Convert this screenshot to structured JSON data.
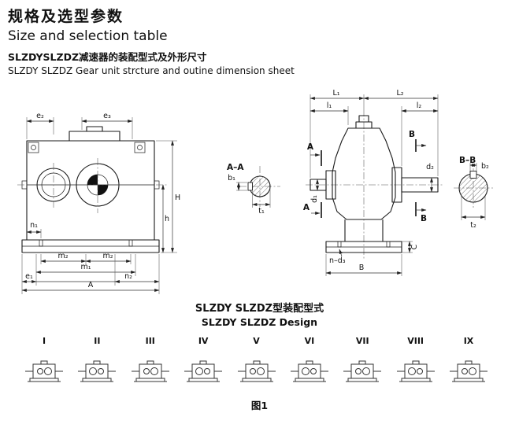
{
  "header": {
    "title_zh": "规格及选型参数",
    "title_en": "Size and selection table",
    "subtitle_zh": "SLZDYSLZDZ减速器的装配型式及外形尺寸",
    "subtitle_en": "SLZDY SLZDZ Gear unit strcture and outine dimension sheet"
  },
  "drawing": {
    "front": {
      "e2": "e₂",
      "e3": "e₃",
      "H": "H",
      "h": "h",
      "n1": "n₁",
      "m2a": "m₂",
      "m2b": "m₂",
      "m1": "m₁",
      "e1": "e₁",
      "n2": "n₂",
      "A": "A"
    },
    "section_aa": {
      "title": "A–A",
      "b1": "b₁",
      "t1": "t₁"
    },
    "side": {
      "L1": "L₁",
      "L2": "L₂",
      "l1": "l₁",
      "l2": "l₂",
      "A_top": "A",
      "A_bottom": "A",
      "d1": "d₁",
      "d2": "d₂",
      "B_top": "B",
      "B_bottom": "B",
      "C": "C",
      "n_d3": "n–d₃",
      "B_width": "B"
    },
    "section_bb": {
      "title": "B–B",
      "b2": "b₂",
      "t2": "t₂"
    }
  },
  "caption": {
    "zh": "SLZDY SLZDZ型装配型式",
    "en": "SLZDY SLZDZ Design"
  },
  "variants": {
    "labels": [
      "I",
      "II",
      "III",
      "IV",
      "V",
      "VI",
      "VII",
      "VIII",
      "IX"
    ]
  },
  "figure": {
    "label": "图1"
  }
}
